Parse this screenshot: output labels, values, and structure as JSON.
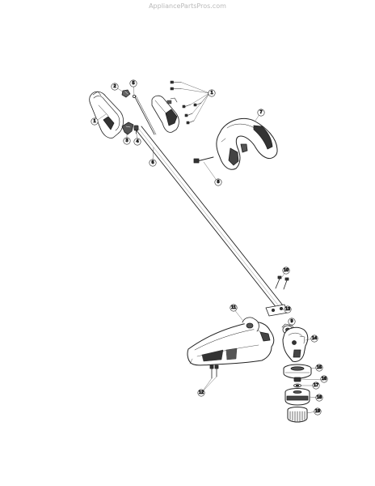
{
  "watermark": "AppliancePartsPros.com",
  "callouts": [
    {
      "id": "1a",
      "label": "1"
    },
    {
      "id": "1b",
      "label": "1"
    },
    {
      "id": "2",
      "label": "2"
    },
    {
      "id": "3",
      "label": "3"
    },
    {
      "id": "4",
      "label": "4"
    },
    {
      "id": "5",
      "label": "5"
    },
    {
      "id": "6",
      "label": "6"
    },
    {
      "id": "7",
      "label": "7"
    },
    {
      "id": "8",
      "label": "8"
    },
    {
      "id": "9",
      "label": "9"
    },
    {
      "id": "10",
      "label": "10"
    },
    {
      "id": "11",
      "label": "11"
    },
    {
      "id": "12",
      "label": "12"
    },
    {
      "id": "13",
      "label": "13"
    },
    {
      "id": "14",
      "label": "14"
    },
    {
      "id": "15",
      "label": "15"
    },
    {
      "id": "16",
      "label": "16"
    },
    {
      "id": "17",
      "label": "17"
    },
    {
      "id": "18",
      "label": "18"
    },
    {
      "id": "19",
      "label": "19"
    }
  ]
}
